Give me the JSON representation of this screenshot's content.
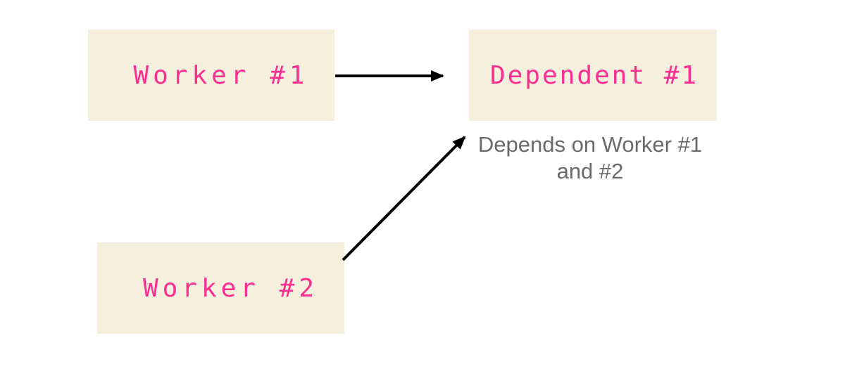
{
  "diagram": {
    "nodes": [
      {
        "id": "worker-1",
        "label": "Worker #1"
      },
      {
        "id": "dependent-1",
        "label": "Dependent #1"
      },
      {
        "id": "worker-2",
        "label": "Worker #2"
      }
    ],
    "edges": [
      {
        "from": "worker-1",
        "to": "dependent-1",
        "style": "arrow"
      },
      {
        "from": "worker-2",
        "to": "dependent-1",
        "style": "arrow"
      }
    ],
    "note": {
      "line1": "Depends on Worker #1",
      "line2": "and #2"
    },
    "colors": {
      "canvas_bg": "#ffffff",
      "node_bg": "#f5efde",
      "node_text": "#fb2f92",
      "note_text": "#6a6a6a",
      "arrow": "#000000"
    }
  }
}
